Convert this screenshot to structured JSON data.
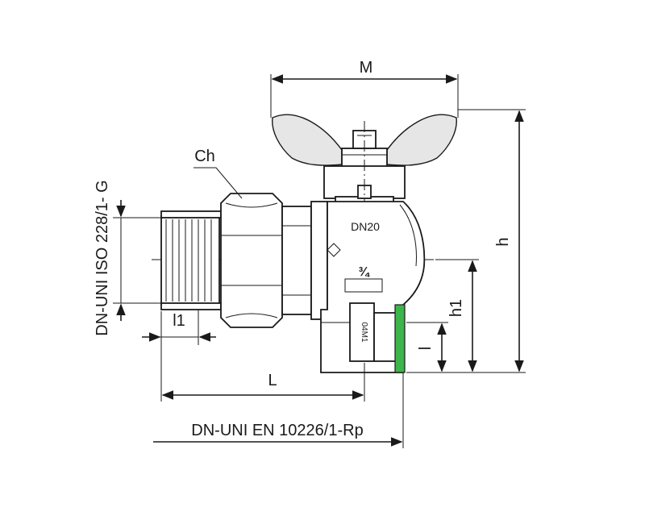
{
  "dimensions": {
    "M": "M",
    "h": "h",
    "h1": "h1",
    "l": "l",
    "L": "L",
    "l1": "l1",
    "Ch": "Ch"
  },
  "markings": {
    "size": "DN20",
    "fraction": "¾",
    "plate": "04M1"
  },
  "standards": {
    "left_thread": "DN-UNI ISO 228/1- G",
    "right_thread": "DN-UNI EN 10226/1-Rp"
  },
  "colors": {
    "line": "#1a1a1a",
    "accent_seal": "#3cb54a"
  }
}
